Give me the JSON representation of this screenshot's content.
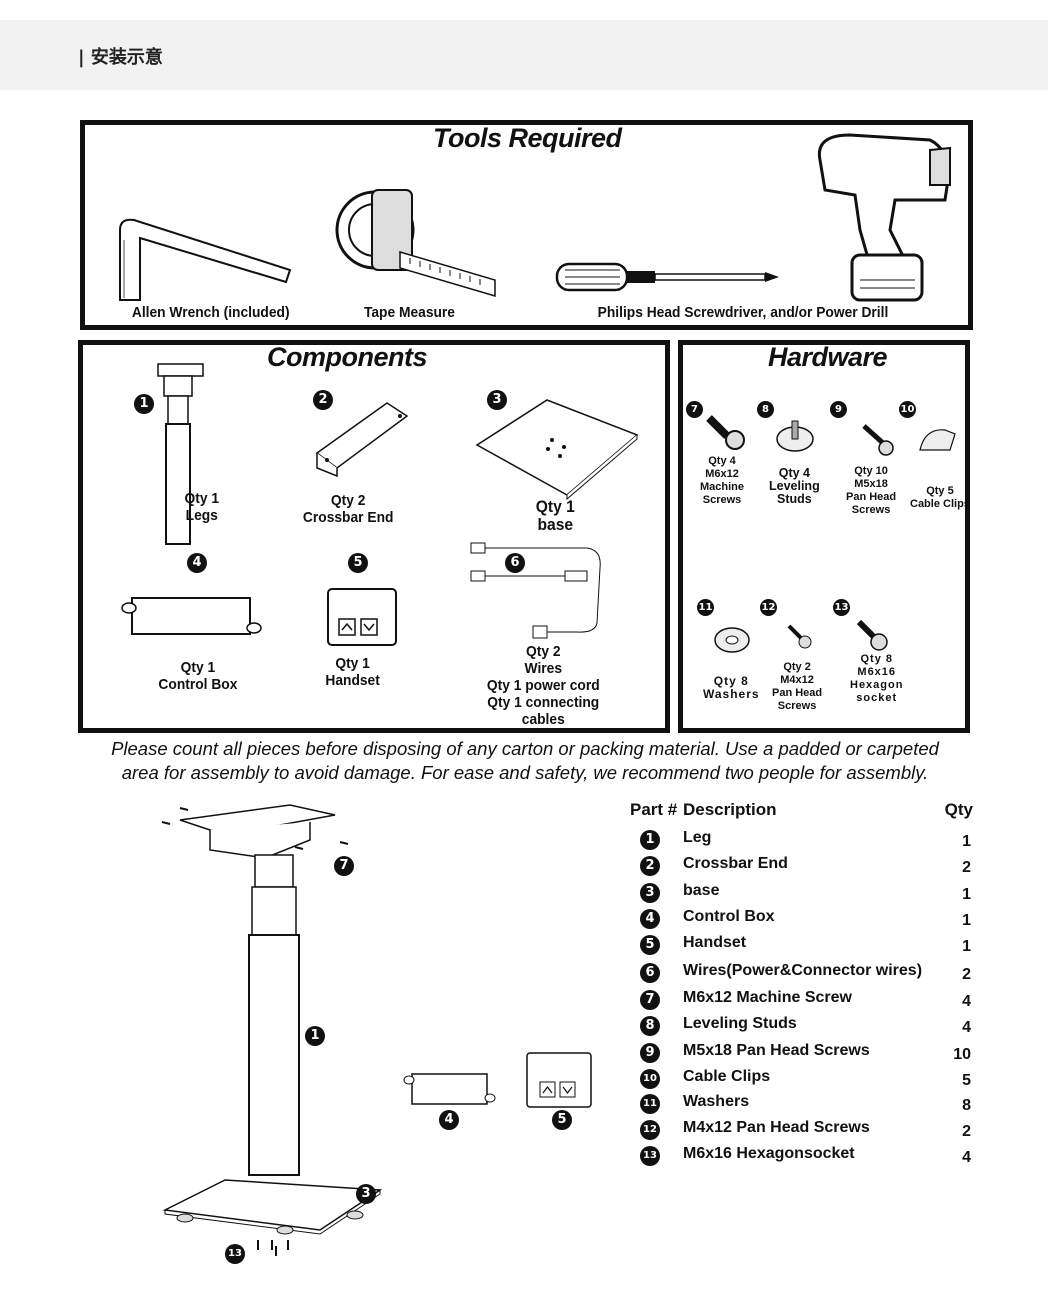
{
  "header": {
    "title": "| 安装示意"
  },
  "tools": {
    "heading": "Tools Required",
    "items": [
      {
        "label": "Allen Wrench (included)",
        "icon": "allen-wrench-icon"
      },
      {
        "label": "Tape Measure",
        "icon": "tape-measure-icon"
      },
      {
        "label": "Philips Head Screwdriver, and/or Power Drill",
        "icon": "screwdriver-icon"
      }
    ]
  },
  "components": {
    "heading": "Components",
    "items": [
      {
        "num": "1",
        "lines": [
          "Qty 1",
          "Legs"
        ]
      },
      {
        "num": "2",
        "lines": [
          "Qty 2",
          "Crossbar End"
        ]
      },
      {
        "num": "3",
        "lines": [
          "Qty  1",
          "base"
        ]
      },
      {
        "num": "4",
        "lines": [
          "Qty 1",
          "Control Box"
        ]
      },
      {
        "num": "5",
        "lines": [
          "Qty 1",
          "Handset"
        ]
      },
      {
        "num": "6",
        "lines": [
          "Qty  2",
          "Wires",
          "Qty 1 power cord",
          "Qty 1 connecting",
          "cables"
        ]
      }
    ]
  },
  "hardware": {
    "heading": "Hardware",
    "items": [
      {
        "num": "7",
        "lines": [
          "Qty   4",
          "M6x12",
          "Machine",
          "Screws"
        ]
      },
      {
        "num": "8",
        "lines": [
          "Qty 4",
          "Leveling",
          "Studs"
        ]
      },
      {
        "num": "9",
        "lines": [
          "Qty   10",
          "M5x18",
          "Pan Head",
          "Screws"
        ]
      },
      {
        "num": "10",
        "lines": [
          "Qty  5",
          "Cable Clips"
        ]
      },
      {
        "num": "11",
        "lines": [
          "Qty   8",
          "Washers"
        ]
      },
      {
        "num": "12",
        "lines": [
          "Qty    2",
          "M4x12",
          "Pan Head",
          "Screws"
        ]
      },
      {
        "num": "13",
        "lines": [
          "Qty  8",
          "M6x16",
          "Hexagon",
          "socket"
        ]
      }
    ]
  },
  "note": {
    "line1": "Please count all pieces before disposing of any carton or packing material. Use a padded or carpeted",
    "line2": "area for assembly to avoid damage. For ease and safety, we recommend two people for assembly."
  },
  "diagram": {
    "labels": [
      "7",
      "1",
      "4",
      "5",
      "3",
      "13"
    ]
  },
  "parts_table": {
    "headers": {
      "part": "Part #",
      "description": "Description",
      "qty": "Qty"
    },
    "rows": [
      {
        "num": "1",
        "description": "Leg",
        "qty": "1"
      },
      {
        "num": "2",
        "description": "Crossbar End",
        "qty": "2"
      },
      {
        "num": "3",
        "description": "base",
        "qty": "1"
      },
      {
        "num": "4",
        "description": "Control Box",
        "qty": "1"
      },
      {
        "num": "5",
        "description": "Handset",
        "qty": "1"
      },
      {
        "num": "6",
        "description": "Wires(Power&Connector wires)",
        "qty": "2"
      },
      {
        "num": "7",
        "description": "M6x12 Machine Screw",
        "qty": "4"
      },
      {
        "num": "8",
        "description": "Leveling Studs",
        "qty": "4"
      },
      {
        "num": "9",
        "description": "M5x18 Pan Head Screws",
        "qty": "10"
      },
      {
        "num": "10",
        "description": "Cable Clips",
        "qty": "5"
      },
      {
        "num": "11",
        "description": "Washers",
        "qty": "8"
      },
      {
        "num": "12",
        "description": "M4x12 Pan Head Screws",
        "qty": "2"
      },
      {
        "num": "13",
        "description": "M6x16 Hexagonsocket",
        "qty": "4"
      }
    ]
  }
}
